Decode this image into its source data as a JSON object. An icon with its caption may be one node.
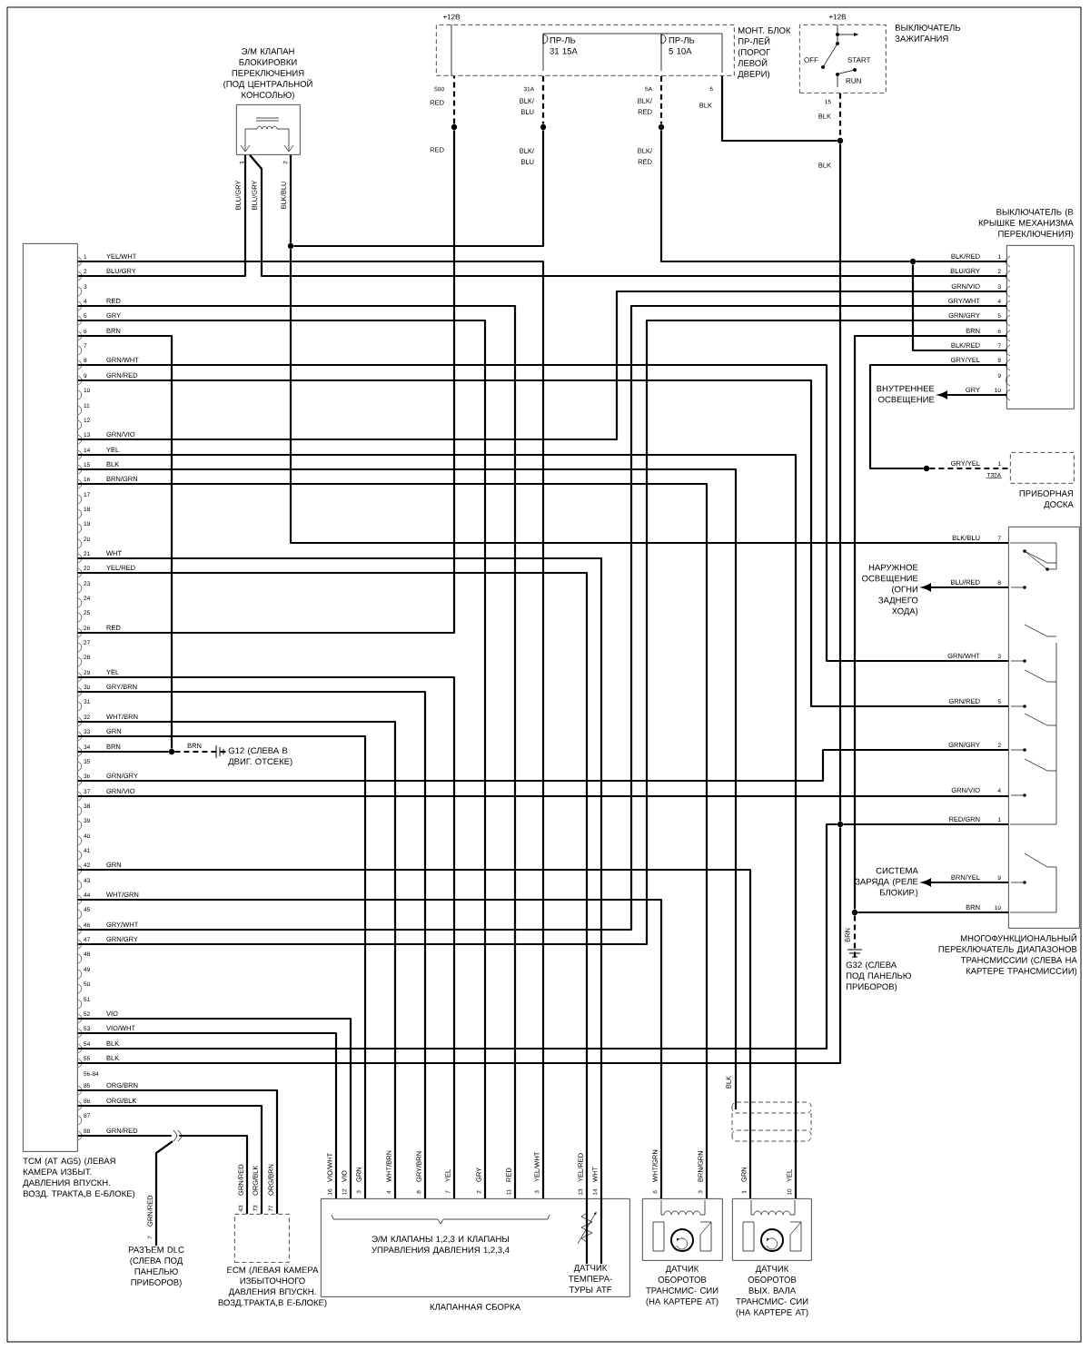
{
  "diagram": {
    "nodes": [
      {
        "text": [
          "Э/М КЛАПАН БЛОКИРОВКИ ПЕРЕКЛЮЧЕНИЯ (ПОД ЦЕНТРАЛЬНОЙ КОНСОЛЬЮ)"
        ]
      },
      {
        "text": [
          "МОНТ. БЛОК ПР-ЛЕЙ (ПОРОГ ЛЕВОЙ ДВЕРИ)"
        ],
        "beside": [
          "+12В"
        ]
      },
      {
        "text": [
          "ВЫКЛЮЧАТЕЛЬ ЗАЖИГАНИЯ"
        ],
        "beside": [
          "+12В"
        ]
      },
      {
        "text": [
          "ВЫКЛЮЧАТЕЛЬ (В КРЫШКЕ МЕХАНИЗМА ПЕРЕКЛЮЧЕНИЯ)"
        ]
      },
      {
        "text": [
          "ПРИБОРНАЯ ДОСКА"
        ]
      },
      {
        "text": [
          "МНОГОФУНКЦИОНАЛЬНЫЙ ПЕРЕКЛЮЧАТЕЛЬ ДИАПАЗОНОВ ТРАНСМИССИИ (СЛЕВА НА КАРТЕРЕ ТРАНСМИССИИ)"
        ]
      },
      {
        "text": [
          "TCM (AT AG5) (ЛЕВАЯ КАМЕРА ИЗБЫТ. ДАВЛЕНИЯ ВПУСКН. ВОЗД. ТРАКТА,В Е-БЛОКЕ)"
        ]
      },
      {
        "text": [
          "РАЗЪЕМ DLC (СЛЕВА ПОД ПАНЕЛЬЮ ПРИБОРОВ)"
        ]
      },
      {
        "text": [
          "ECM (ЛЕВАЯ КАМЕРА ИЗБЫТОЧНОГО ДАВЛЕНИЯ ВПУСКН. ВОЗД.ТРАКТА,В Е-БЛОКЕ)"
        ]
      },
      {
        "text": [
          "КЛАПАННАЯ СБОРКА"
        ]
      },
      {
        "text": [
          "Э/М КЛАПАНЫ 1,2,3 И КЛАПАНЫ УПРАВЛЕНИЯ ДАВЛЕНИЯ 1,2,3,4"
        ],
        "in": 9
      },
      {
        "text": [
          "ДАТЧИК ТЕМПЕРА- ТУРЫ ATF"
        ],
        "in": 9
      },
      {
        "text": [
          "ДАТЧИК ОБОРОТОВ ТРАНСМИС- СИИ (НА КАРТЕРЕ AT)"
        ]
      },
      {
        "text": [
          "ДАТЧИК ОБОРОТОВ ВЫХ. ВАЛА ТРАНСМИС- СИИ (НА КАРТЕРЕ AT)"
        ]
      },
      {
        "text": [
          "G12 (СЛЕВА В ДВИГ. ОТСЕКЕ)"
        ]
      },
      {
        "text": [
          "G32 (СЛЕВА ПОД ПАНЕЛЬЮ ПРИБОРОВ)"
        ]
      },
      {
        "text": [
          "ВНУТРЕННЕЕ ОСВЕЩЕНИЕ"
        ]
      },
      {
        "text": [
          "НАРУЖНОЕ ОСВЕЩЕНИЕ (ОГНИ ЗАДНЕГО ХОДА)"
        ]
      },
      {
        "text": [
          "СИСТЕМА ЗАРЯДА (РЕЛЕ БЛОКИР.)"
        ]
      },
      {
        "text": [],
        "shape": "dot"
      },
      {
        "text": [],
        "shape": "dot"
      },
      {
        "text": [],
        "shape": "dot"
      },
      {
        "text": [],
        "shape": "dot"
      },
      {
        "text": [],
        "shape": "dot"
      },
      {
        "text": [],
        "shape": "dot"
      },
      {
        "text": [],
        "shape": "dot"
      },
      {
        "text": [],
        "shape": "dot"
      },
      {
        "text": [],
        "shape": "dot"
      },
      {
        "text": [],
        "shape": "dot"
      },
      {
        "text": [],
        "shape": "connector"
      }
    ],
    "edges": [
      {
        "from": 6,
        "to": 9,
        "arrow": "none",
        "label": "YEL/WHT"
      },
      {
        "from": 6,
        "to": 0,
        "arrow": "none",
        "label": "BLU/GRY"
      },
      {
        "from": 0,
        "to": 3,
        "arrow": "none",
        "label": "BLU/GRY"
      },
      {
        "from": 1,
        "to": 22,
        "arrow": "none",
        "style": "dashed"
      },
      {
        "from": 22,
        "to": 20,
        "arrow": "none"
      },
      {
        "from": 20,
        "to": 0,
        "arrow": "none",
        "label": "BLK/BLU"
      },
      {
        "from": 20,
        "to": 5,
        "arrow": "none",
        "label": "BLK/BLU"
      },
      {
        "from": 6,
        "to": 9,
        "arrow": "none",
        "label": "RED"
      },
      {
        "from": 6,
        "to": 9,
        "arrow": "none",
        "label": "GRY"
      },
      {
        "from": 6,
        "to": 19,
        "arrow": "none",
        "label": "BRN"
      },
      {
        "from": 6,
        "to": 19,
        "arrow": "none",
        "label": "BRN"
      },
      {
        "from": 19,
        "to": 14,
        "arrow": "none",
        "label": "BRN",
        "style": "dashed"
      },
      {
        "from": 6,
        "to": 5,
        "arrow": "none",
        "label": "GRN/WHT"
      },
      {
        "from": 6,
        "to": 5,
        "arrow": "none",
        "label": "GRN/RED"
      },
      {
        "from": 6,
        "to": 3,
        "arrow": "none",
        "label": "GRN/VIO"
      },
      {
        "from": 6,
        "to": 13,
        "arrow": "none",
        "label": "YEL"
      },
      {
        "from": 6,
        "to": null,
        "arrow": "none",
        "label": "BLK"
      },
      {
        "from": 6,
        "to": 12,
        "arrow": "none",
        "label": "BRN/GRN"
      },
      {
        "from": 6,
        "to": 11,
        "arrow": "none",
        "label": "WHT"
      },
      {
        "from": 6,
        "to": 11,
        "arrow": "none",
        "label": "YEL/RED"
      },
      {
        "from": 6,
        "to": 21,
        "arrow": "none",
        "label": "RED"
      },
      {
        "from": 21,
        "to": 1,
        "arrow": "none",
        "style": "dashed"
      },
      {
        "from": 6,
        "to": 9,
        "arrow": "none",
        "label": "YEL"
      },
      {
        "from": 6,
        "to": 9,
        "arrow": "none",
        "label": "GRY/BRN"
      },
      {
        "from": 6,
        "to": 9,
        "arrow": "none",
        "label": "WHT/BRN"
      },
      {
        "from": 6,
        "to": 9,
        "arrow": "none",
        "label": "GRN"
      },
      {
        "from": 6,
        "to": 5,
        "arrow": "none",
        "label": "GRN/GRY"
      },
      {
        "from": 6,
        "to": 5,
        "arrow": "none",
        "label": "GRN/VIO"
      },
      {
        "from": 6,
        "to": 13,
        "arrow": "none",
        "label": "GRN"
      },
      {
        "from": 6,
        "to": 12,
        "arrow": "none",
        "label": "WHT/GRN"
      },
      {
        "from": 6,
        "to": 3,
        "arrow": "none",
        "label": "GRY/WHT"
      },
      {
        "from": 6,
        "to": 3,
        "arrow": "none",
        "label": "GRN/GRY"
      },
      {
        "from": 6,
        "to": 9,
        "arrow": "none",
        "label": "VIO"
      },
      {
        "from": 6,
        "to": 9,
        "arrow": "none",
        "label": "VIO/WHT"
      },
      {
        "from": 6,
        "to": 25,
        "arrow": "none",
        "label": "BLK"
      },
      {
        "from": 2,
        "to": 24,
        "arrow": "none",
        "style": "dashed"
      },
      {
        "from": 1,
        "to": 24,
        "arrow": "none",
        "label": "BLK"
      },
      {
        "from": 24,
        "to": 25,
        "arrow": "none"
      },
      {
        "from": 25,
        "to": 5,
        "arrow": "none",
        "label": "RED/GRN"
      },
      {
        "from": 25,
        "to": 6,
        "arrow": "none",
        "label": "BLK"
      },
      {
        "from": 1,
        "to": 23,
        "arrow": "none",
        "style": "dashed"
      },
      {
        "from": 23,
        "to": 27,
        "arrow": "none"
      },
      {
        "from": 27,
        "to": 3,
        "arrow": "none",
        "label": "BLK/RED"
      },
      {
        "from": 27,
        "to": 3,
        "arrow": "none",
        "label": "BLK/RED"
      },
      {
        "from": 3,
        "to": 26,
        "arrow": "none",
        "label": "BRN"
      },
      {
        "from": 5,
        "to": 26,
        "arrow": "none",
        "label": "BRN"
      },
      {
        "from": 26,
        "to": 15,
        "arrow": "none",
        "label": "BRN",
        "style": "dashed"
      },
      {
        "from": 3,
        "to": 28,
        "arrow": "none",
        "label": "GRY/YEL"
      },
      {
        "from": 28,
        "to": 4,
        "arrow": "none",
        "label": "GRY/YEL",
        "style": "dashed"
      },
      {
        "from": 3,
        "to": 16,
        "arrow": "to",
        "label": "GRY"
      },
      {
        "from": 5,
        "to": 17,
        "arrow": "to",
        "label": "BLU/RED"
      },
      {
        "from": 5,
        "to": 18,
        "arrow": "to",
        "label": "BRN/YEL"
      },
      {
        "from": 6,
        "to": 8,
        "arrow": "none",
        "label": "ORG/BRN"
      },
      {
        "from": 6,
        "to": 8,
        "arrow": "none",
        "label": "ORG/BLK"
      },
      {
        "from": 6,
        "to": 29,
        "arrow": "none",
        "label": "GRN/RED"
      },
      {
        "from": 29,
        "to": 8,
        "arrow": "none",
        "label": "GRN/RED"
      },
      {
        "from": 29,
        "to": 7,
        "arrow": "none",
        "label": "GRN/RED"
      }
    ],
    "labels": [
      "ПР-ЛЬ 31 15А",
      "ПР-ЛЬ 5 10А",
      "OFF",
      "START",
      "RUN",
      "1",
      "2",
      "500",
      "31А",
      "5А",
      "5",
      "RED",
      "BLK/ BLU",
      "BLK/ RED",
      "15",
      "BLK",
      "RED",
      "BLK/ BLU",
      "BLK/ RED",
      "BLK",
      "BLU/GRY",
      "1",
      "2",
      "3",
      "4",
      "5",
      "6",
      "7",
      "8",
      "9",
      "10",
      "11",
      "12",
      "13",
      "14",
      "15",
      "BLK",
      "16",
      "17",
      "18",
      "19",
      "20",
      "21",
      "22",
      "23",
      "24",
      "25",
      "26",
      "27",
      "28",
      "29",
      "30",
      "31",
      "32",
      "33",
      "34",
      "35",
      "36",
      "37",
      "38",
      "39",
      "40",
      "41",
      "42",
      "43",
      "44",
      "45",
      "46",
      "47",
      "48",
      "49",
      "50",
      "51",
      "52",
      "53",
      "54",
      "55",
      "56-84",
      "85",
      "86",
      "87",
      "88",
      "1",
      "2",
      "3",
      "4",
      "5",
      "6",
      "7",
      "8",
      "9",
      "10",
      "BLU/GRY",
      "GRN/VIO",
      "GRY/WHT",
      "GRN/GRY",
      "1",
      "T32A",
      "7",
      "8",
      "3",
      "5",
      "2",
      "4",
      "1",
      "9",
      "10",
      "GRN/WHT",
      "GRN/RED",
      "GRN/GRY",
      "GRN/VIO",
      "7",
      "ORG/BLK",
      "ORG/BRN",
      "43",
      "73",
      "77",
      "VIO/WHT",
      "16",
      "VIO",
      "12",
      "GRN",
      "3",
      "WHT/BRN",
      "4",
      "GRY/BRN",
      "8",
      "YEL",
      "7",
      "GRY",
      "2",
      "RED",
      "11",
      "YEL/WHT",
      "3",
      "YEL/RED",
      "13",
      "WHT",
      "14",
      "WHT/GRN",
      "6",
      "BRN/GRN",
      "3",
      "GRN",
      "1",
      "YEL",
      "10"
    ]
  }
}
